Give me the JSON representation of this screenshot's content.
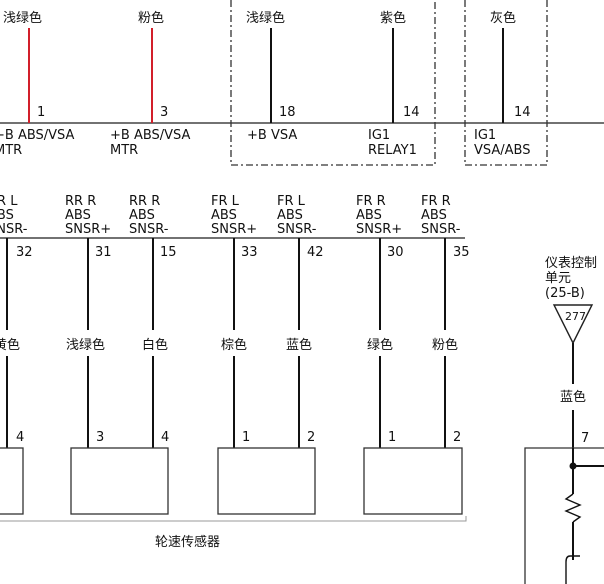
{
  "top_wires": [
    {
      "color_label": "浅绿色",
      "pin": "1",
      "signal": [
        "+B ABS/VSA",
        "MTR"
      ],
      "red": true
    },
    {
      "color_label": "粉色",
      "pin": "3",
      "signal": [
        "+B ABS/VSA",
        "MTR"
      ],
      "red": true
    },
    {
      "color_label": "浅绿色",
      "pin": "18",
      "signal": [
        "+B VSA"
      ],
      "red": false
    },
    {
      "color_label": "紫色",
      "pin": "14",
      "signal": [
        "IG1",
        "RELAY1"
      ],
      "red": false
    },
    {
      "color_label": "灰色",
      "pin": "14",
      "signal": [
        "IG1",
        "VSA/ABS"
      ],
      "red": false
    }
  ],
  "bottom_wires": [
    {
      "signal": [
        "RR L",
        "ABS",
        "SNSR-"
      ],
      "top_pin": "32",
      "color_label": "黄色",
      "bottom_pin": "4"
    },
    {
      "signal": [
        "RR R",
        "ABS",
        "SNSR+"
      ],
      "top_pin": "31",
      "color_label": "浅绿色",
      "bottom_pin": "3"
    },
    {
      "signal": [
        "RR R",
        "ABS",
        "SNSR-"
      ],
      "top_pin": "15",
      "color_label": "白色",
      "bottom_pin": "4"
    },
    {
      "signal": [
        "FR L",
        "ABS",
        "SNSR+"
      ],
      "top_pin": "33",
      "color_label": "棕色",
      "bottom_pin": "1"
    },
    {
      "signal": [
        "FR L",
        "ABS",
        "SNSR-"
      ],
      "top_pin": "42",
      "color_label": "蓝色",
      "bottom_pin": "2"
    },
    {
      "signal": [
        "FR R",
        "ABS",
        "SNSR+"
      ],
      "top_pin": "30",
      "color_label": "绿色",
      "bottom_pin": "1"
    },
    {
      "signal": [
        "FR R",
        "ABS",
        "SNSR-"
      ],
      "top_pin": "35",
      "color_label": "粉色",
      "bottom_pin": "2"
    }
  ],
  "sensor_group_label": "轮速传感器",
  "gauge_unit": {
    "name_lines": [
      "仪表控制",
      "单元",
      "(25-B)"
    ],
    "connector_code": "277",
    "wire_color_label": "蓝色",
    "pin": "7"
  },
  "colors": {
    "red_wire": "#d21f2a",
    "wire": "#111111"
  }
}
